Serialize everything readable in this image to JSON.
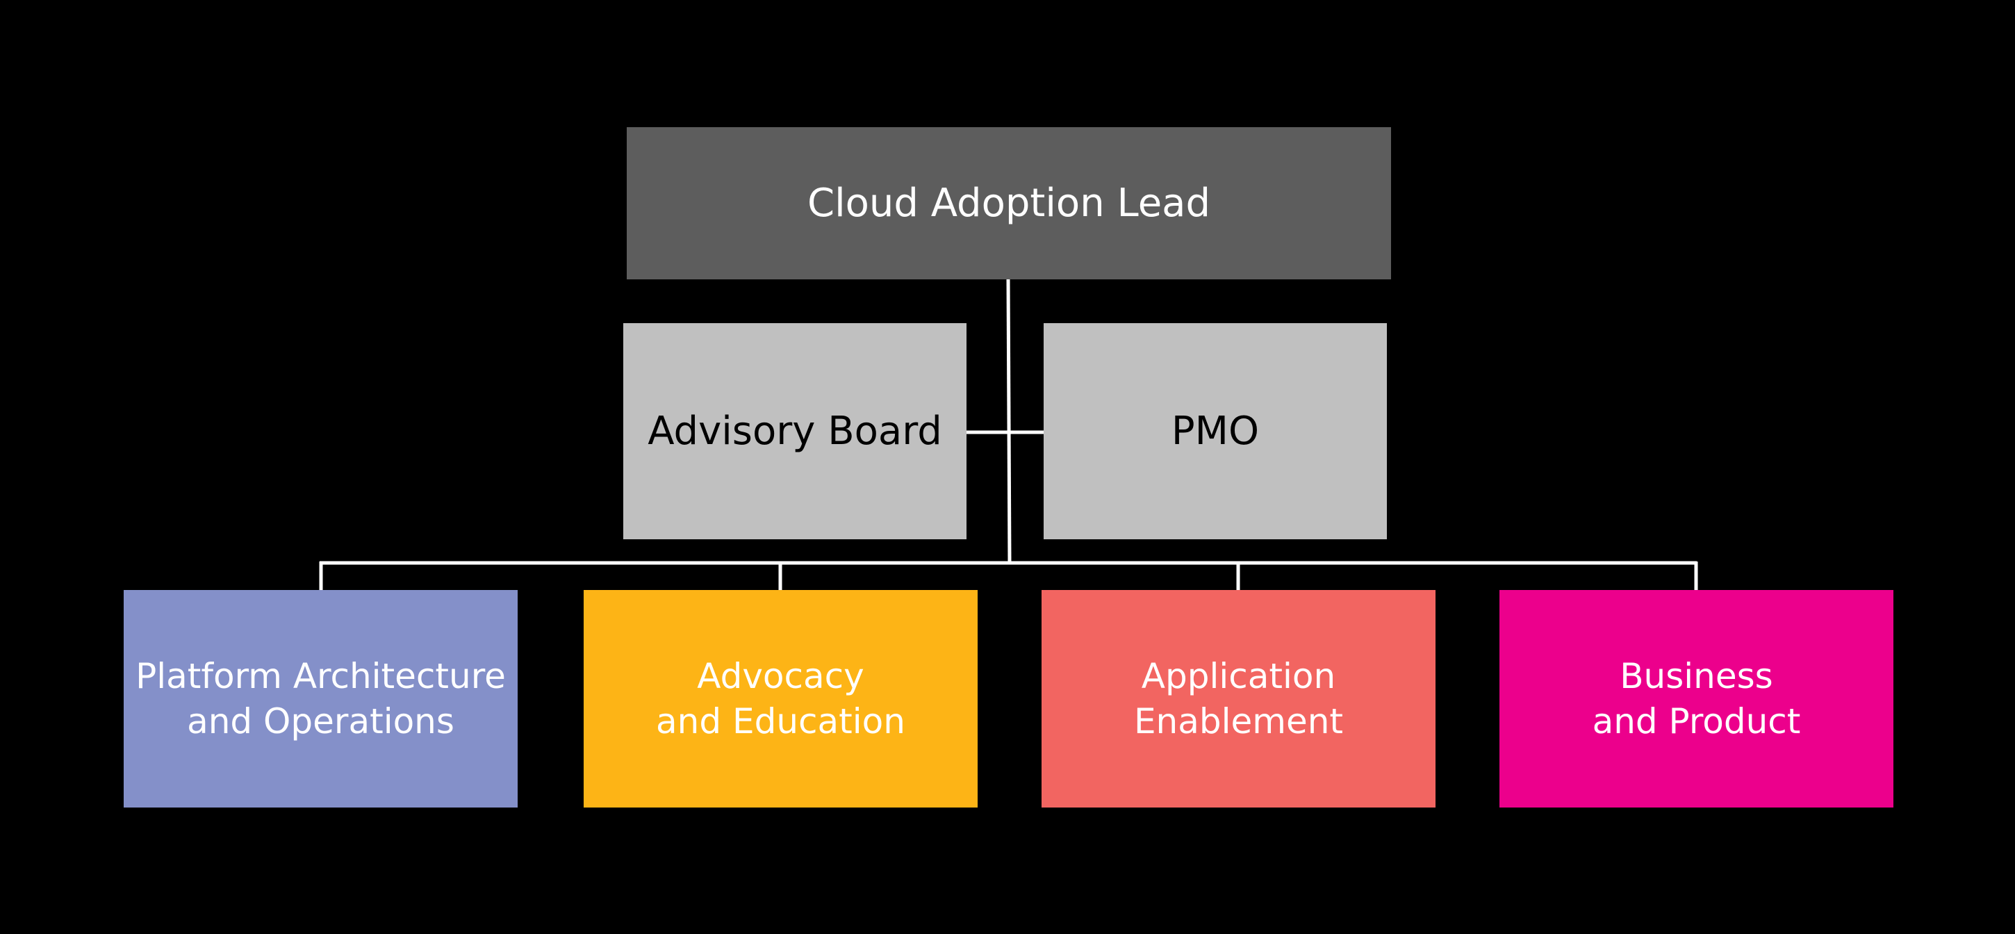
{
  "chart": {
    "root": {
      "label": "Cloud Adoption Lead",
      "fill": "#5d5d5d",
      "text_color": "#ffffff"
    },
    "advisory": [
      {
        "label": "Advisory Board",
        "fill": "#c0c0c0",
        "text_color": "#000000"
      },
      {
        "label": "PMO",
        "fill": "#c0c0c0",
        "text_color": "#000000"
      }
    ],
    "teams": [
      {
        "label": "Platform Architecture\nand Operations",
        "fill": "#8490c9",
        "text_color": "#ffffff"
      },
      {
        "label": "Advocacy\nand Education",
        "fill": "#fdb416",
        "text_color": "#ffffff"
      },
      {
        "label": "Application\nEnablement",
        "fill": "#f26561",
        "text_color": "#ffffff"
      },
      {
        "label": "Business\nand Product",
        "fill": "#ec008c",
        "text_color": "#ffffff"
      }
    ],
    "connector_color": "#ffffff",
    "background": "#000000"
  }
}
